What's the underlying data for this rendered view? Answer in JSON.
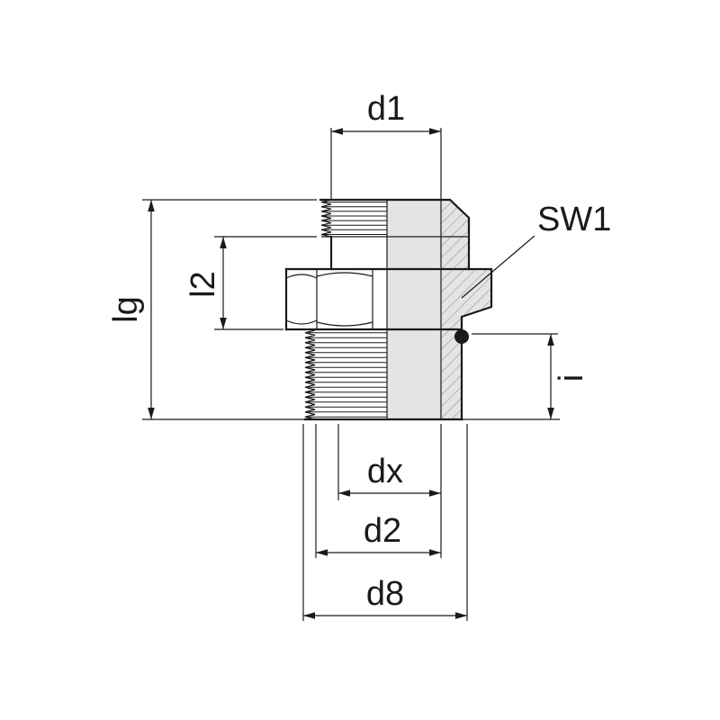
{
  "drawing": {
    "labels": {
      "d1": "d1",
      "sw1": "SW1",
      "lg": "lg",
      "l2": "l2",
      "i": "i",
      "dx": "dx",
      "d2": "d2",
      "d8": "d8"
    },
    "colors": {
      "line": "#1a1a1a",
      "section_fill": "#e4e4e4",
      "hatch_line": "#8f8f8f",
      "background": "#ffffff"
    }
  }
}
